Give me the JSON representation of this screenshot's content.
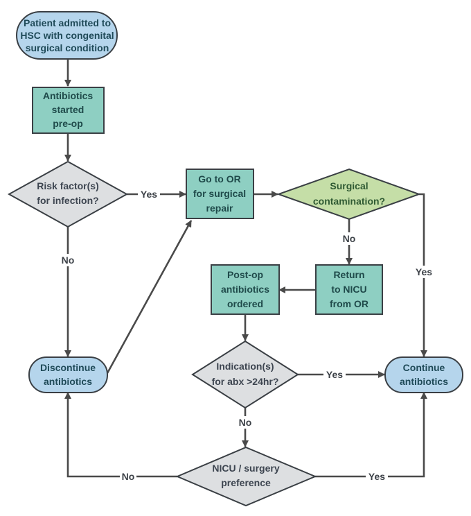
{
  "colors": {
    "terminal_fill": "#b5d5ec",
    "process_fill": "#8ecfc2",
    "decision_fill": "#dddfe1",
    "contamination_fill": "#c5dea7",
    "stroke": "#3a3f44",
    "edge": "#4a4a4a"
  },
  "nodes": {
    "start": {
      "type": "terminal",
      "lines": [
        "Patient admitted to",
        "HSC with congenital",
        "surgical condition"
      ]
    },
    "abx_preop": {
      "type": "process",
      "lines": [
        "Antibiotics",
        "started",
        "pre-op"
      ]
    },
    "risk": {
      "type": "decision",
      "lines": [
        "Risk factor(s)",
        "for infection?"
      ]
    },
    "go_or": {
      "type": "process",
      "lines": [
        "Go to OR",
        "for surgical",
        "repair"
      ]
    },
    "contamination": {
      "type": "decision",
      "lines": [
        "Surgical",
        "contamination?"
      ]
    },
    "return_nicu": {
      "type": "process",
      "lines": [
        "Return",
        "to NICU",
        "from OR"
      ]
    },
    "postop_abx": {
      "type": "process",
      "lines": [
        "Post-op",
        "antibiotics",
        "ordered"
      ]
    },
    "indication": {
      "type": "decision",
      "lines": [
        "Indication(s)",
        "for abx >24hr?"
      ]
    },
    "discontinue": {
      "type": "terminal",
      "lines": [
        "Discontinue",
        "antibiotics"
      ]
    },
    "continue": {
      "type": "terminal",
      "lines": [
        "Continue",
        "antibiotics"
      ]
    },
    "preference": {
      "type": "decision",
      "lines": [
        "NICU / surgery",
        "preference"
      ]
    }
  },
  "edge_labels": {
    "risk_yes": "Yes",
    "risk_no": "No",
    "contamination_no": "No",
    "contamination_yes": "Yes",
    "indication_yes": "Yes",
    "indication_no": "No",
    "preference_no": "No",
    "preference_yes": "Yes"
  }
}
